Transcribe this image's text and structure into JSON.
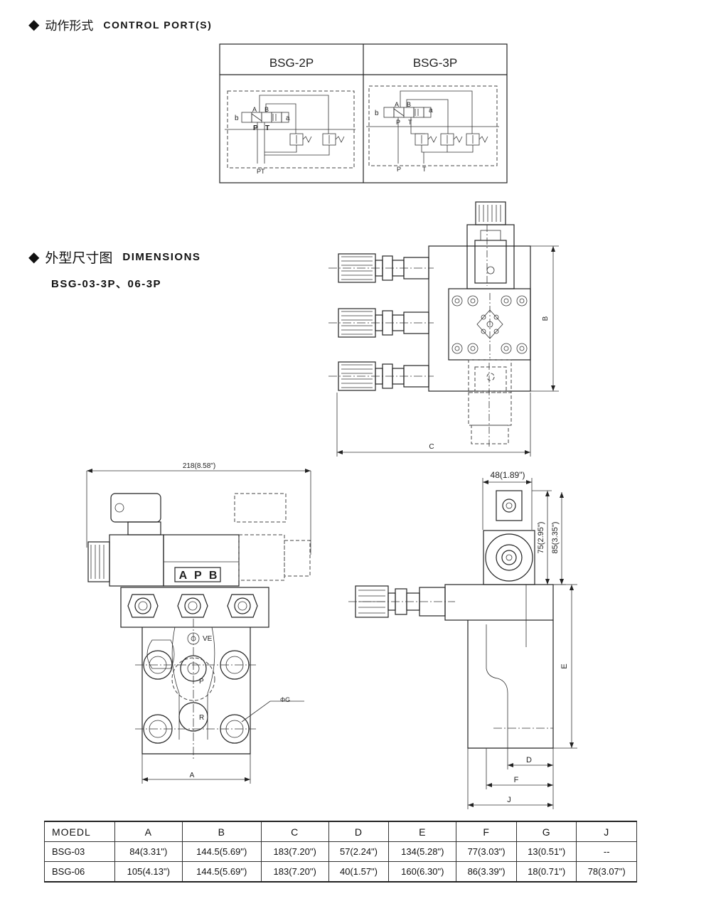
{
  "control_ports": {
    "heading_cn": "动作形式",
    "heading_en": "CONTROL PORT(S)",
    "panels": [
      {
        "title": "BSG-2P",
        "labels": {
          "b": "b",
          "a": "a",
          "A": "A",
          "B": "B",
          "P": "P",
          "T": "T",
          "bottom": "PT"
        }
      },
      {
        "title": "BSG-3P",
        "labels": {
          "b": "b",
          "a": "a",
          "A": "A",
          "B": "B",
          "P": "P",
          "T": "T",
          "bottom_p": "P",
          "bottom_t": "T"
        }
      }
    ]
  },
  "dimensions": {
    "heading_cn": "外型尺寸图",
    "heading_en": "DIMENSIONS",
    "model_line": "BSG-03-3P、06-3P",
    "labels": {
      "overall_width": "218(8.58\")",
      "port_letters": "A P B",
      "ve": "VE",
      "p": "P",
      "r": "R",
      "phi_g": "ΦG",
      "a": "A",
      "b": "B",
      "c": "C",
      "side_width": "48(1.89\")",
      "h75": "75(2.95\")",
      "h85": "85(3.35\")",
      "e": "E",
      "d": "D",
      "f": "F",
      "j": "J"
    }
  },
  "table": {
    "headers": [
      "MOEDL",
      "A",
      "B",
      "C",
      "D",
      "E",
      "F",
      "G",
      "J"
    ],
    "rows": [
      [
        "BSG-03",
        "84(3.31\")",
        "144.5(5.69\")",
        "183(7.20\")",
        "57(2.24\")",
        "134(5.28\")",
        "77(3.03\")",
        "13(0.51\")",
        "--"
      ],
      [
        "BSG-06",
        "105(4.13\")",
        "144.5(5.69\")",
        "183(7.20\")",
        "40(1.57\")",
        "160(6.30\")",
        "86(3.39\")",
        "18(0.71\")",
        "78(3.07\")"
      ]
    ]
  }
}
